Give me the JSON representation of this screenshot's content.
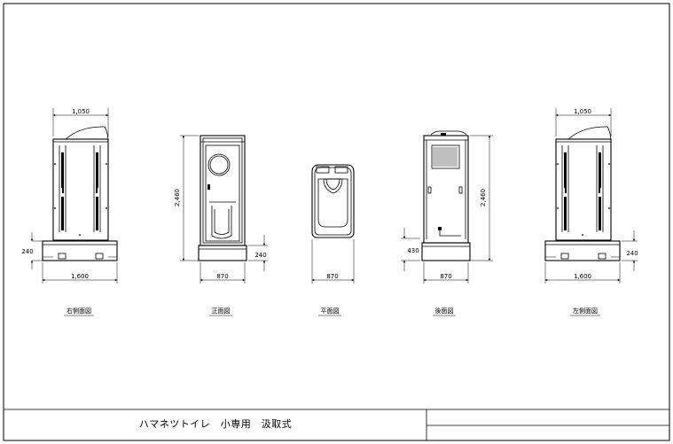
{
  "title_block": {
    "title": "ハマネツトイレ　小専用　汲取式"
  },
  "views": {
    "right_side": {
      "caption": "右側面図",
      "width_top": "1,050",
      "width_base": "1,600",
      "base_height": "240"
    },
    "front": {
      "caption": "正面図",
      "height": "2,460",
      "width": "870",
      "base_height": "240"
    },
    "plan": {
      "caption": "平面図",
      "width": "870"
    },
    "rear": {
      "caption": "後面図",
      "height": "2,460",
      "width": "870",
      "base_height": "430"
    },
    "left_side": {
      "caption": "左側面図",
      "width_top": "1,050",
      "width_base": "1,600",
      "base_height": "240"
    }
  }
}
